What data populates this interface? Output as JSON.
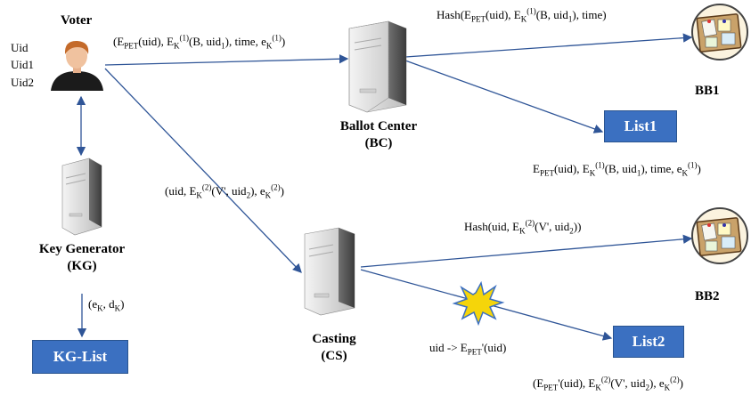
{
  "voter": {
    "title": "Voter",
    "ids": [
      "Uid",
      "Uid1",
      "Uid2"
    ]
  },
  "nodes": {
    "bc": {
      "name": "Ballot Center",
      "abbr": "(BC)"
    },
    "kg": {
      "name": "Key Generator",
      "abbr": "(KG)"
    },
    "cs": {
      "name": "Casting",
      "abbr": "(CS)"
    },
    "bb1": "BB1",
    "bb2": "BB2"
  },
  "lists": {
    "list1": "List1",
    "list2": "List2",
    "kg_list": "KG-List"
  },
  "messages": {
    "voter_to_bc": "(E_PET(uid), E_K^(1)(B, uid_1), time, e_K^(1))",
    "voter_to_cs": "(uid, E_K^(2)(V', uid_2), e_K^(2))",
    "bc_to_bb1": "Hash(E_PET(uid), E_K^(1)(B, uid_1), time)",
    "list1_content": "E_PET(uid), E_K^(1)(B, uid_1), time, e_K^(1))",
    "cs_to_bb2": "Hash(uid, E_K^(2)(V', uid_2))",
    "kg_to_list": "(e_K, d_K)",
    "cs_transform": "uid -> E_PET'(uid)",
    "list2_content": "(E_PET'(uid), E_K^(2)(V', uid_2), e_K^(2))"
  },
  "colors": {
    "arrow": "#2f5597",
    "box_fill": "#3b70c1",
    "server_body": "#e8e8e8",
    "server_dark": "#5a5a5a"
  },
  "icons": [
    "person-icon",
    "server-icon",
    "bulletin-board-icon",
    "explosion-icon"
  ]
}
